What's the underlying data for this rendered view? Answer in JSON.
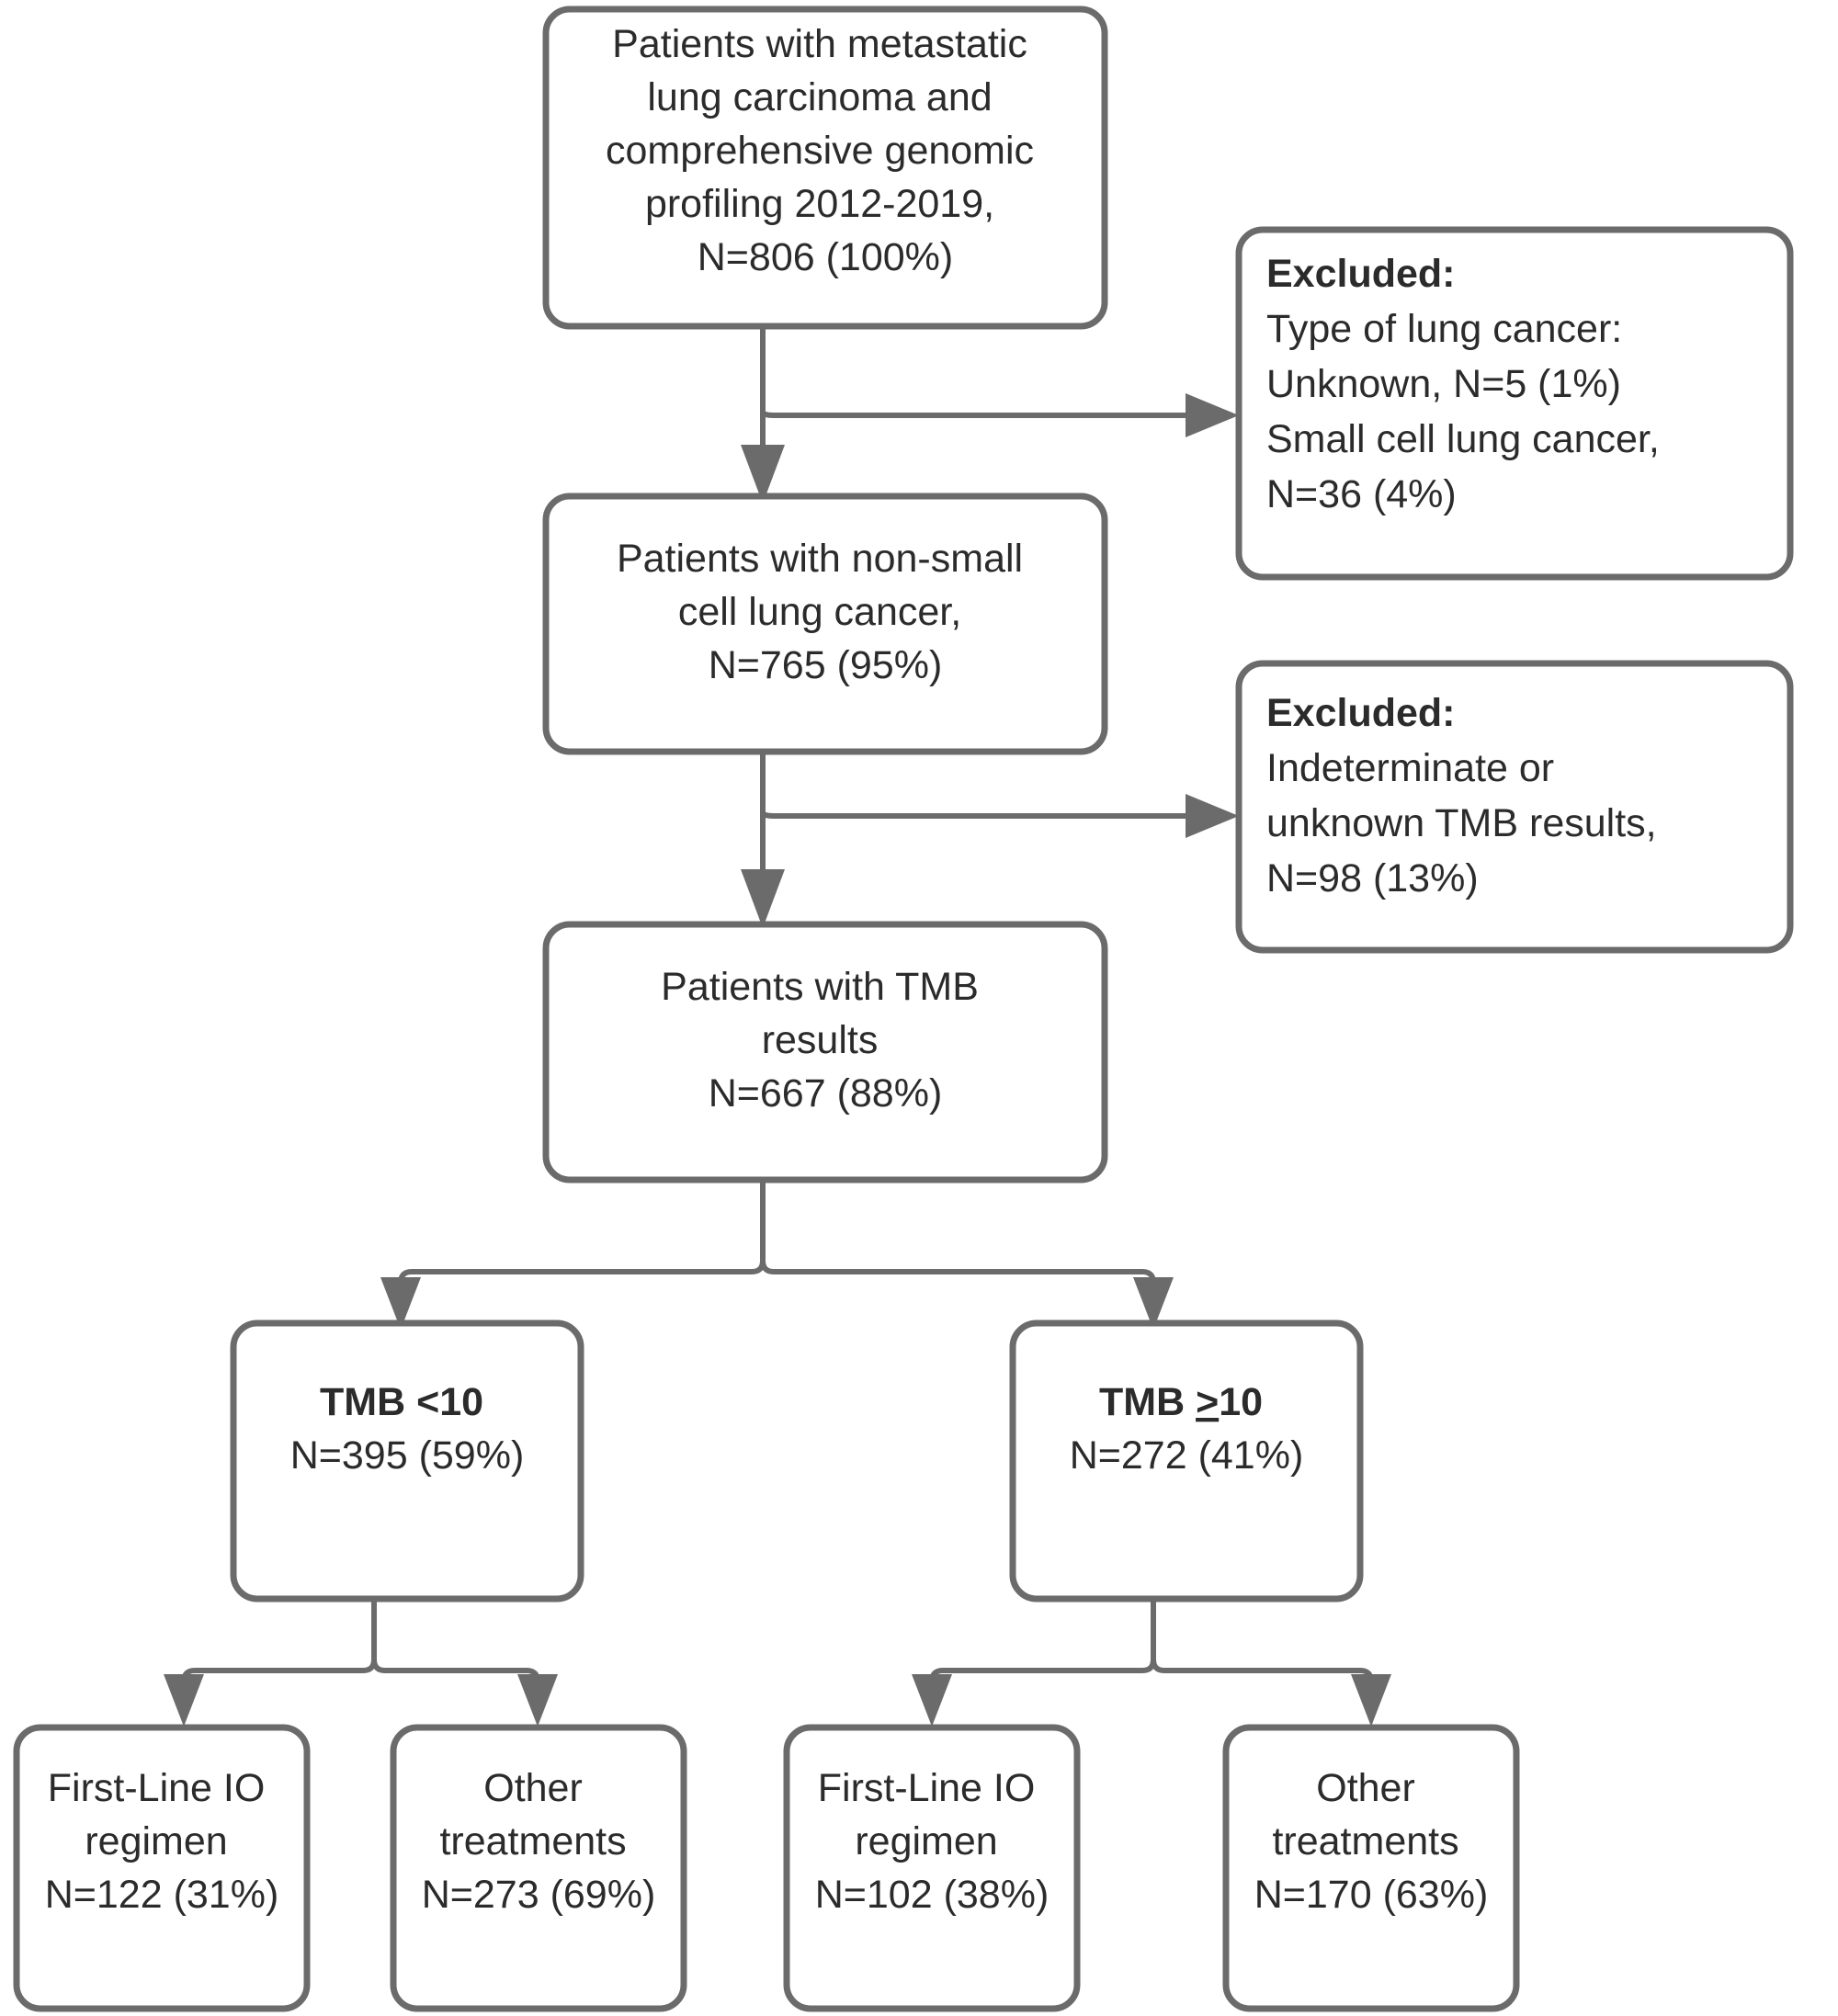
{
  "diagram": {
    "type": "flowchart",
    "title": "Patient selection CONSORT-style flow diagram",
    "colors": {
      "box_border": "#6b6b6b",
      "connector": "#6b6b6b",
      "text": "#2b2b2b",
      "background": "#ffffff"
    },
    "nodes": [
      {
        "id": "cohort-total",
        "name": "total-cohort-box",
        "lines": [
          "Patients with metastatic",
          "lung carcinoma and",
          "comprehensive genomic",
          "profiling 2012-2019,",
          "N=806 (100%)"
        ],
        "align": "center",
        "n": 806,
        "percent": "100%"
      },
      {
        "id": "excluded-1",
        "name": "excluded-type-box",
        "lines": [
          "Excluded:",
          "Type of lung cancer:",
          "Unknown, N=5 (1%)",
          "Small cell lung cancer,",
          "N=36 (4%)"
        ],
        "align": "left",
        "bold_first_line": true
      },
      {
        "id": "nsclc",
        "name": "nsclc-box",
        "lines": [
          "Patients with non-small",
          "cell lung cancer,",
          "N=765 (95%)"
        ],
        "align": "center",
        "n": 765,
        "percent": "95%"
      },
      {
        "id": "excluded-2",
        "name": "excluded-tmb-box",
        "lines": [
          "Excluded:",
          "Indeterminate or",
          "unknown TMB results,",
          "N=98 (13%)"
        ],
        "align": "left",
        "bold_first_line": true
      },
      {
        "id": "tmb-results",
        "name": "tmb-results-box",
        "lines": [
          "Patients with TMB",
          "results",
          "N=667 (88%)"
        ],
        "align": "center",
        "n": 667,
        "percent": "88%"
      },
      {
        "id": "tmb-low",
        "name": "tmb-low-box",
        "lines": [
          "TMB <10",
          "N=395 (59%)"
        ],
        "align": "center",
        "bold_first_line": true,
        "n": 395,
        "percent": "59%"
      },
      {
        "id": "tmb-high",
        "name": "tmb-high-box",
        "lines": [
          "TMB ≥10",
          "N=272 (41%)"
        ],
        "label_prefix": "TMB ",
        "label_operator": ">",
        "label_suffix": "10",
        "align": "center",
        "bold_first_line": true,
        "n": 272,
        "percent": "41%"
      },
      {
        "id": "low-io",
        "name": "tmb-low-first-line-io-box",
        "lines": [
          "First-Line IO",
          "regimen",
          "N=122 (31%)"
        ],
        "align": "center",
        "n": 122,
        "percent": "31%"
      },
      {
        "id": "low-other",
        "name": "tmb-low-other-treatments-box",
        "lines": [
          "Other",
          "treatments",
          "N=273 (69%)"
        ],
        "align": "center",
        "n": 273,
        "percent": "69%"
      },
      {
        "id": "high-io",
        "name": "tmb-high-first-line-io-box",
        "lines": [
          "First-Line IO",
          "regimen",
          "N=102 (38%)"
        ],
        "align": "center",
        "n": 102,
        "percent": "38%"
      },
      {
        "id": "high-other",
        "name": "tmb-high-other-treatments-box",
        "lines": [
          "Other",
          "treatments",
          "N=170 (63%)"
        ],
        "align": "center",
        "n": 170,
        "percent": "63%"
      }
    ],
    "edges": [
      {
        "from": "cohort-total",
        "to": "nsclc",
        "style": "arrow-down"
      },
      {
        "from": "cohort-total",
        "to": "excluded-1",
        "style": "elbow-right-arrow"
      },
      {
        "from": "nsclc",
        "to": "tmb-results",
        "style": "arrow-down"
      },
      {
        "from": "nsclc",
        "to": "excluded-2",
        "style": "elbow-right-arrow"
      },
      {
        "from": "tmb-results",
        "to": "tmb-low",
        "style": "split-left-arrow"
      },
      {
        "from": "tmb-results",
        "to": "tmb-high",
        "style": "split-right-arrow"
      },
      {
        "from": "tmb-low",
        "to": "low-io",
        "style": "split-left-arrow"
      },
      {
        "from": "tmb-low",
        "to": "low-other",
        "style": "split-right-arrow"
      },
      {
        "from": "tmb-high",
        "to": "high-io",
        "style": "split-left-arrow"
      },
      {
        "from": "tmb-high",
        "to": "high-other",
        "style": "split-right-arrow"
      }
    ]
  }
}
